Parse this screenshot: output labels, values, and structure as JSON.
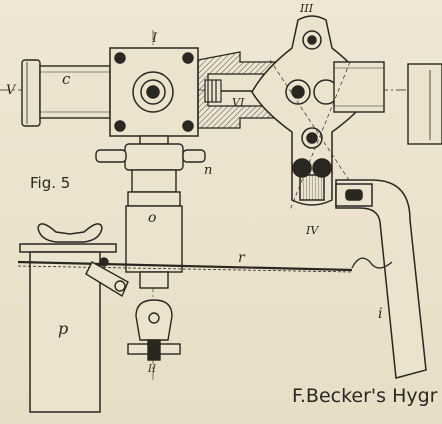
{
  "figure": {
    "label": "Fig. 5"
  },
  "caption": {
    "text": "F.Becker's Hygr"
  },
  "part_labels": {
    "I": "I",
    "II": "II",
    "III": "III",
    "IV": "IV",
    "V": "V",
    "VI": "VI",
    "c": "c",
    "n": "n",
    "o": "o",
    "p": "p",
    "r": "r",
    "i": "i"
  },
  "colors": {
    "ink": "#2a2620",
    "paper": "#ece3cf",
    "shade": "#8a8275"
  }
}
